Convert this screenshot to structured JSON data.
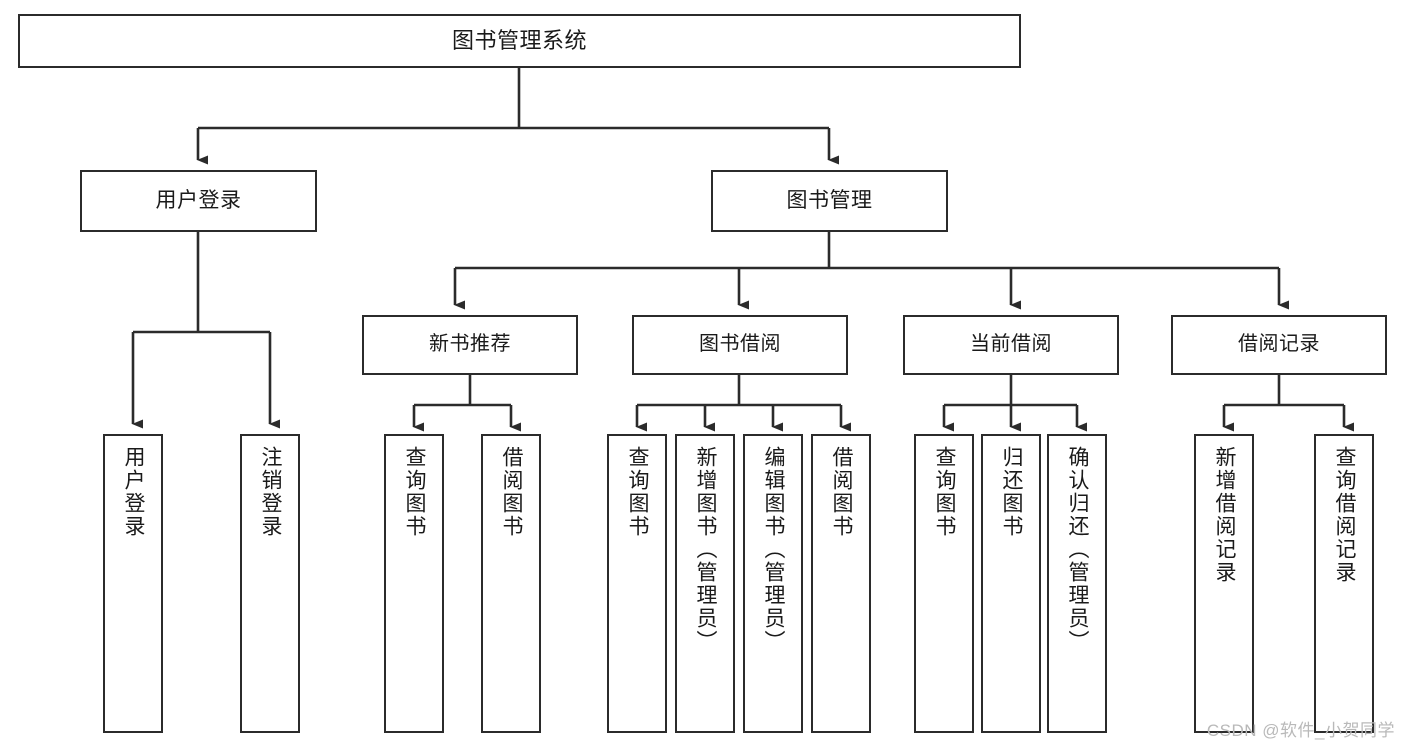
{
  "diagram": {
    "title": "图书管理系统",
    "type": "tree",
    "watermark": "CSDN @软件_小贺同学",
    "colors": {
      "border": "#2b2b2b",
      "background": "#ffffff",
      "text": "#1a1a1a",
      "connector": "#2b2b2b",
      "watermark": "#b9b9b9"
    },
    "nodes": {
      "root": {
        "label": "图书管理系统"
      },
      "level1": [
        {
          "label": "用户登录"
        },
        {
          "label": "图书管理"
        }
      ],
      "level2": [
        {
          "label": "新书推荐"
        },
        {
          "label": "图书借阅"
        },
        {
          "label": "当前借阅"
        },
        {
          "label": "借阅记录"
        }
      ],
      "leaves": {
        "user_login": [
          {
            "label": "用户登录"
          },
          {
            "label": "注销登录"
          }
        ],
        "new_books": [
          {
            "label": "查询图书"
          },
          {
            "label": "借阅图书"
          }
        ],
        "book_borrow": [
          {
            "label": "查询图书"
          },
          {
            "label": "新增图书（管理员）"
          },
          {
            "label": "编辑图书（管理员）"
          },
          {
            "label": "借阅图书"
          }
        ],
        "current_borrow": [
          {
            "label": "查询图书"
          },
          {
            "label": "归还图书"
          },
          {
            "label": "确认归还（管理员）"
          }
        ],
        "borrow_records": [
          {
            "label": "新增借阅记录"
          },
          {
            "label": "查询借阅记录"
          }
        ]
      }
    }
  }
}
